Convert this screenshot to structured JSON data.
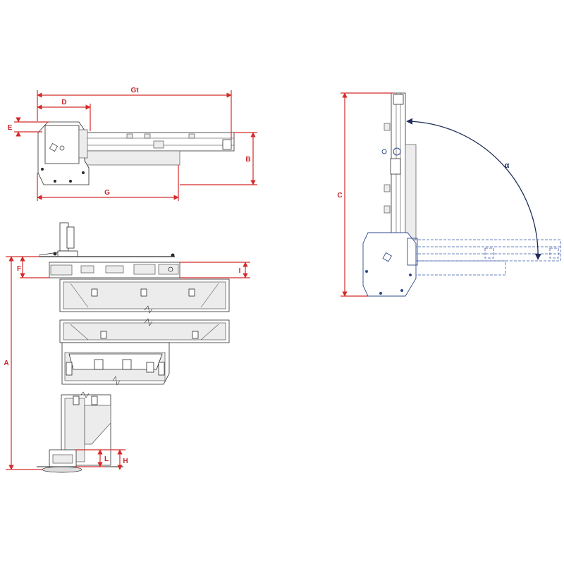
{
  "dimensions": {
    "top_view": {
      "gt": "Gt",
      "d": "D",
      "e": "E",
      "b": "B",
      "g": "G"
    },
    "front_view": {
      "f": "F",
      "i": "I",
      "a": "A",
      "l": "L",
      "h": "H"
    },
    "rotation_view": {
      "c": "C",
      "alpha": "α"
    }
  },
  "colors": {
    "dimension": "#d42a2a",
    "machine_outline": "#2a2a2a",
    "rotated_outline": "#2f4a8a",
    "frame_fill": "#ececec"
  }
}
